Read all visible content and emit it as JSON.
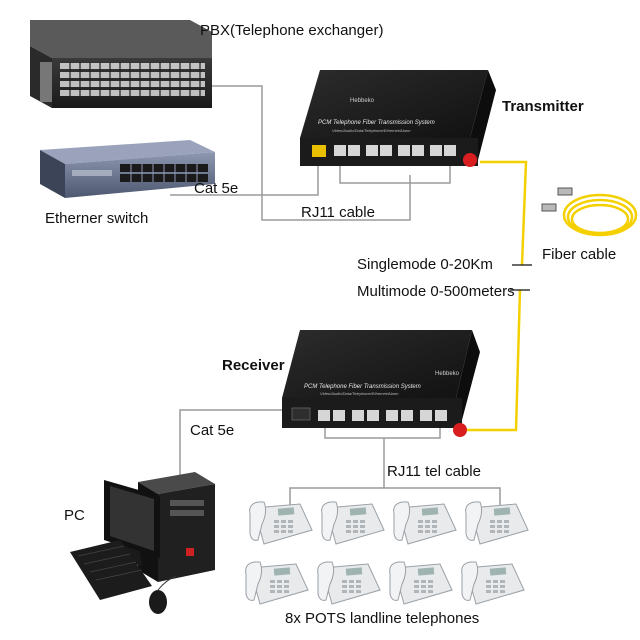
{
  "labels": {
    "pbx": "PBX(Telephone exchanger)",
    "ethernet_switch": "Etherner switch",
    "transmitter": "Transmitter",
    "receiver": "Receiver",
    "cat5e_top": "Cat 5e",
    "cat5e_bottom": "Cat 5e",
    "rj11_cable": "RJ11 cable",
    "rj11_tel_cable": "RJ11 tel cable",
    "fiber_cable": "Fiber cable",
    "singlemode": "Singlemode 0-20Km",
    "multimode": "Multimode 0-500meters",
    "pc": "PC",
    "telephones": "8x POTS landline telephones"
  },
  "device_text": {
    "transmitter_brand": "Hebbeko",
    "transmitter_title": "PCM Telephone Fiber Transmission System",
    "transmitter_subtitle": "Video/Audio/Data/Telephone/Ethernet/Alarm",
    "receiver_brand": "Hebbeko",
    "receiver_title": "PCM Telephone Fiber Transmission System",
    "receiver_subtitle": "Video/Audio/Data/Telephone/Ethernet/Alarm"
  },
  "colors": {
    "fiber": "#f5d000",
    "cable": "#9a9a9a",
    "device": "#1e1e1e",
    "fc_connector": "#d81e1e"
  },
  "telephone_count": 8
}
